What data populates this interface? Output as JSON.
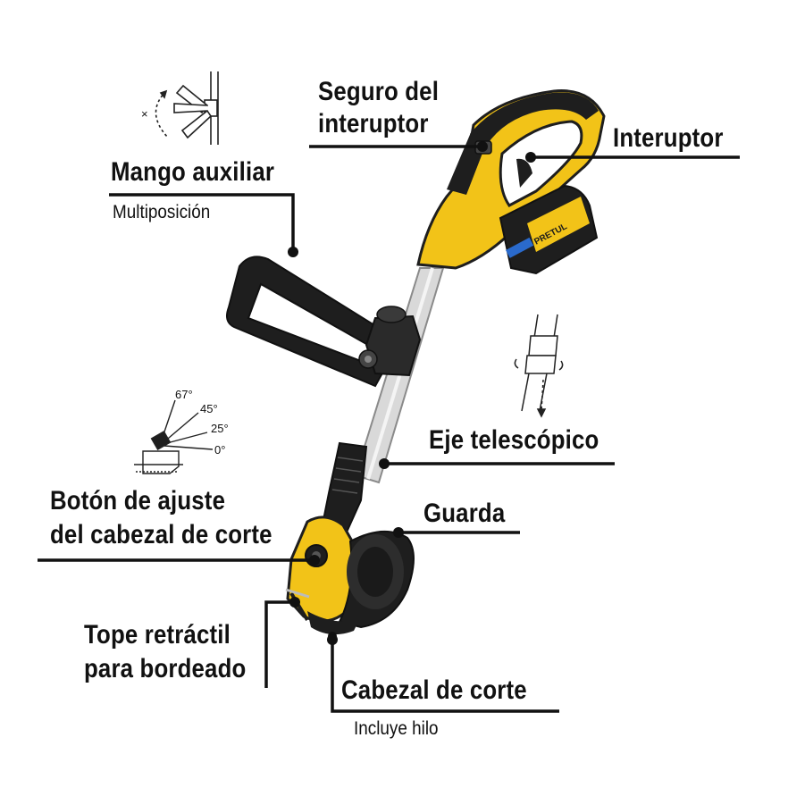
{
  "labels": {
    "seguro": [
      "Seguro del",
      "interuptor"
    ],
    "interuptor": "Interuptor",
    "mango": "Mango auxiliar",
    "mango_sub": "Multiposición",
    "eje": "Eje telescópico",
    "boton": [
      "Botón de ajuste",
      "del cabezal de corte"
    ],
    "guarda": "Guarda",
    "tope": [
      "Tope retráctil",
      "para bordeado"
    ],
    "cabezal": "Cabezal de corte",
    "cabezal_sub": "Incluye hilo"
  },
  "angle_inset": {
    "angles": [
      "67°",
      "45°",
      "25°",
      "0°"
    ]
  },
  "battery_brand": "PRETUL",
  "colors": {
    "yellow": "#F2C318",
    "black": "#1E1E1E",
    "shaft": "#D9D9D9",
    "line": "#111111"
  }
}
